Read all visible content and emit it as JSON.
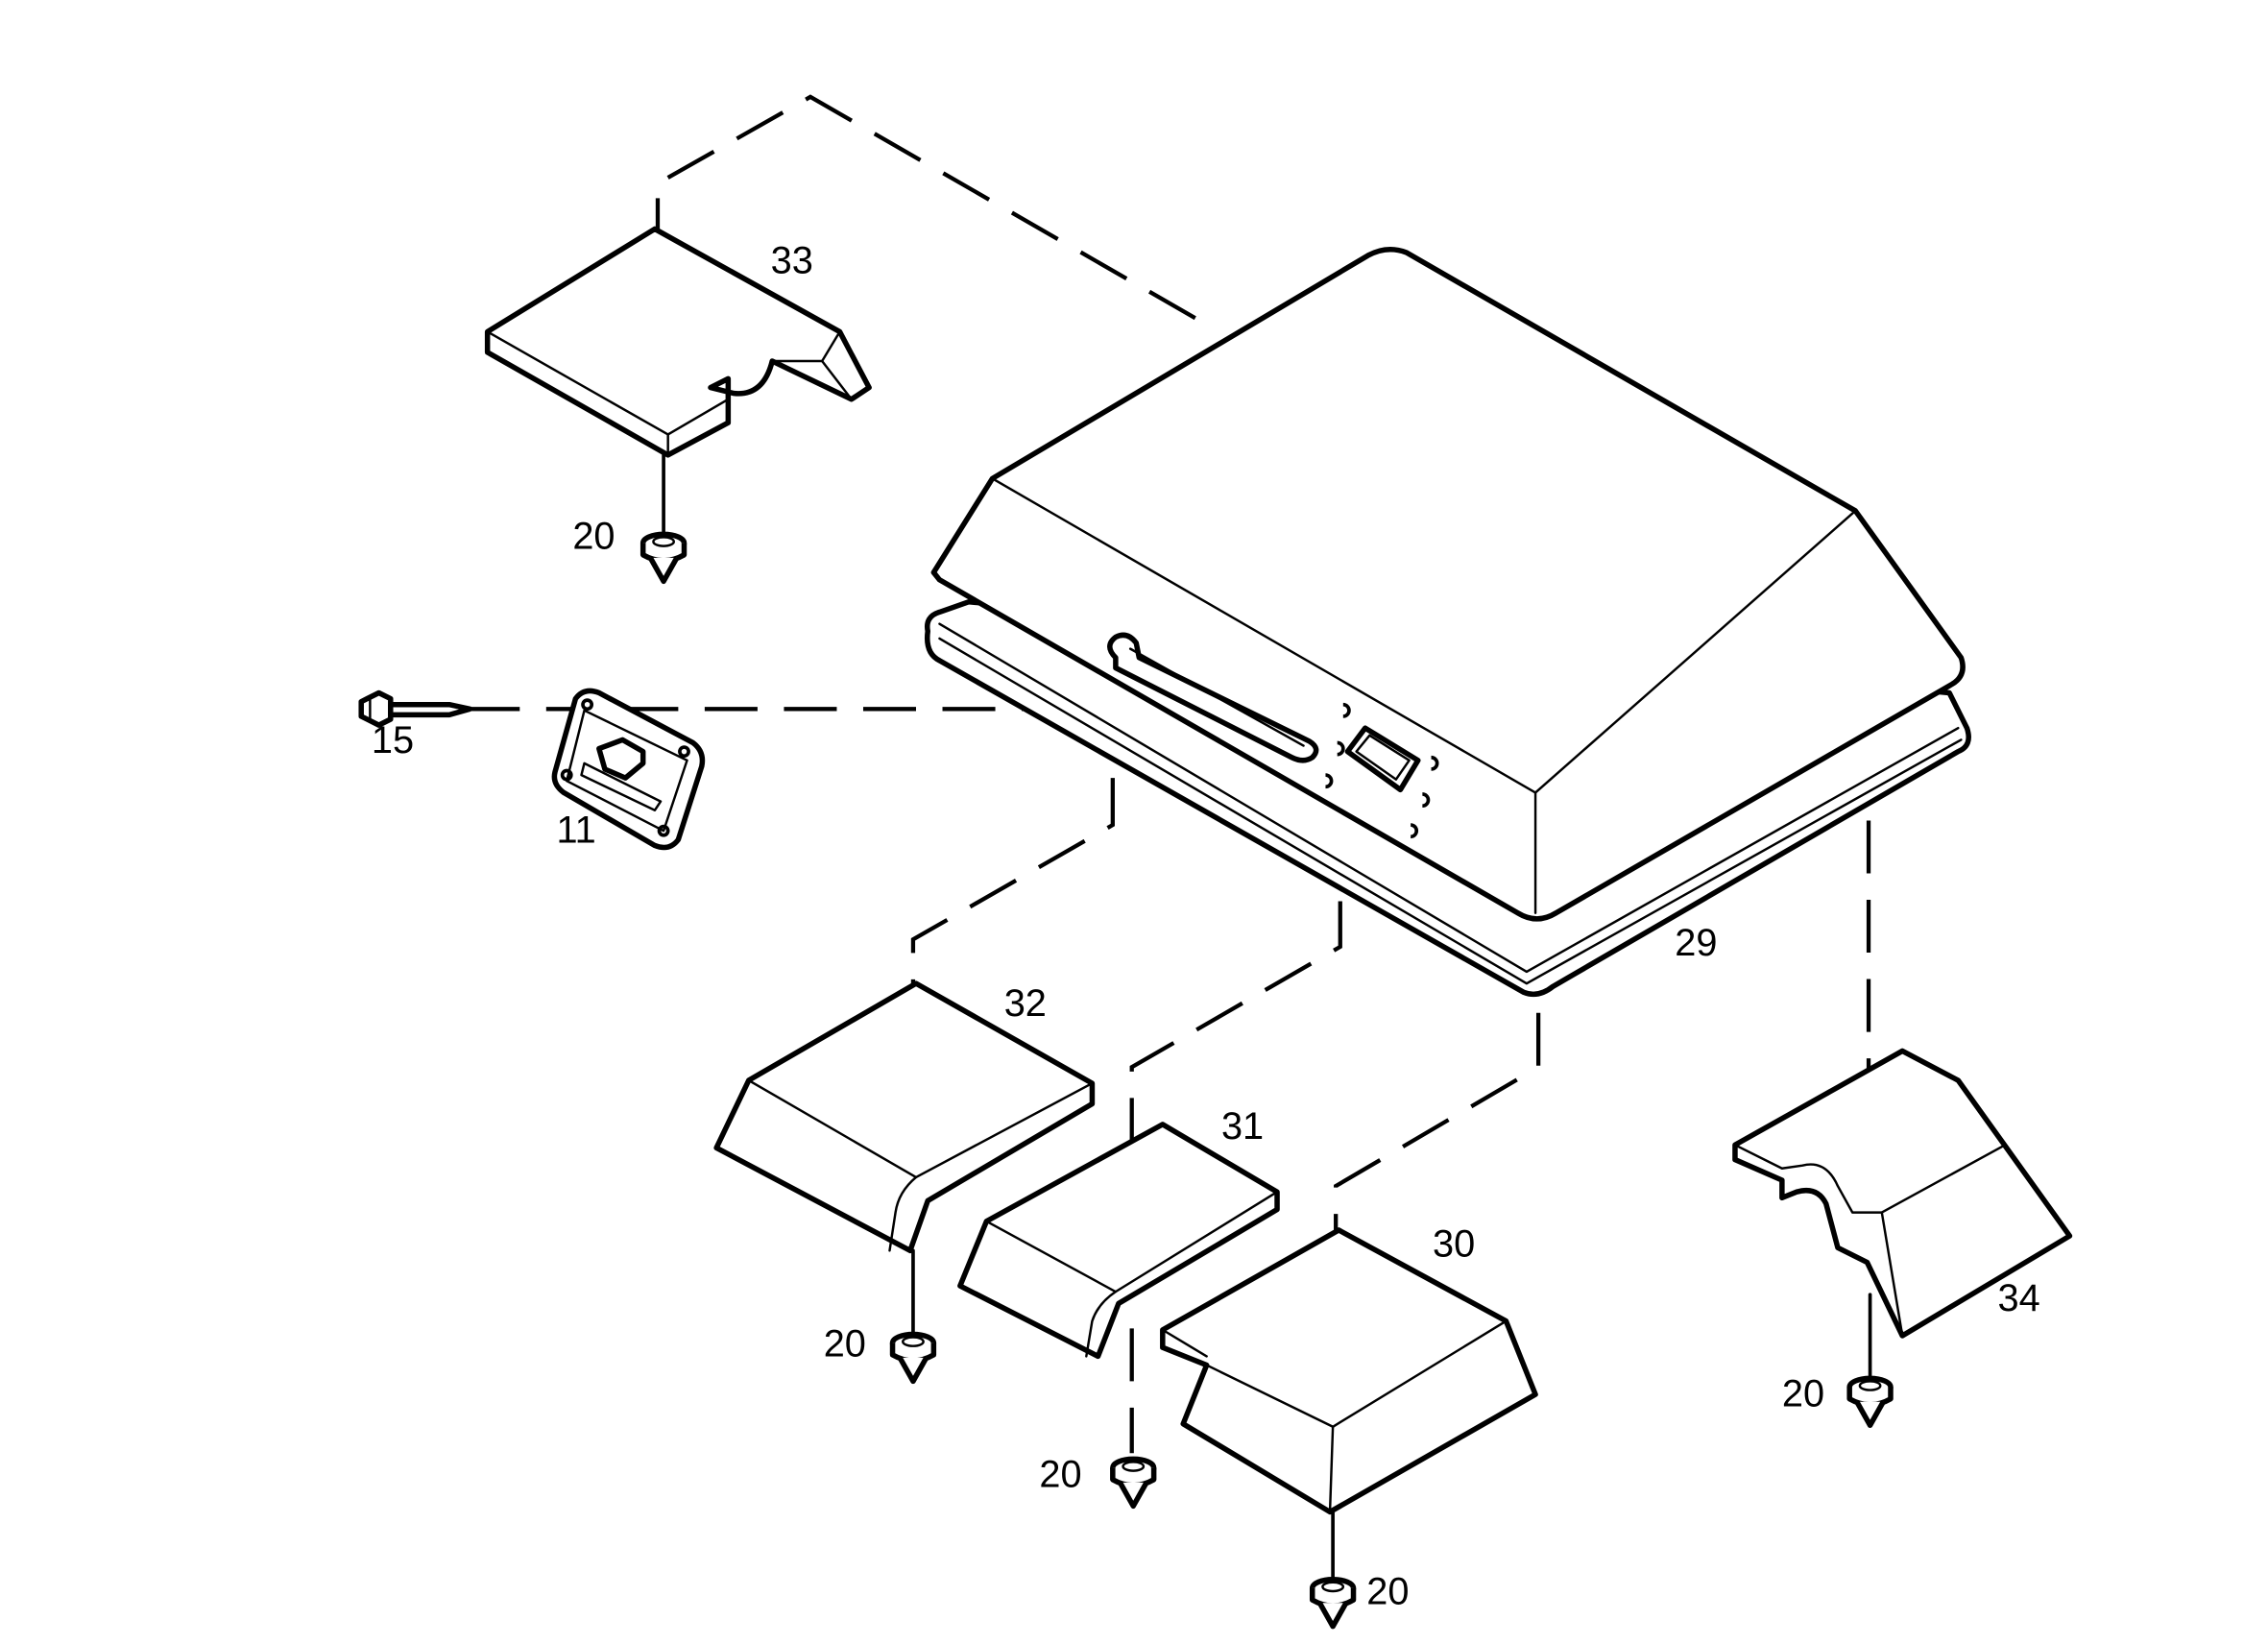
{
  "labels": {
    "p11": "11",
    "p15": "15",
    "p20": "20",
    "p29": "29",
    "p30": "30",
    "p31": "31",
    "p32": "32",
    "p33": "33",
    "p34": "34"
  }
}
